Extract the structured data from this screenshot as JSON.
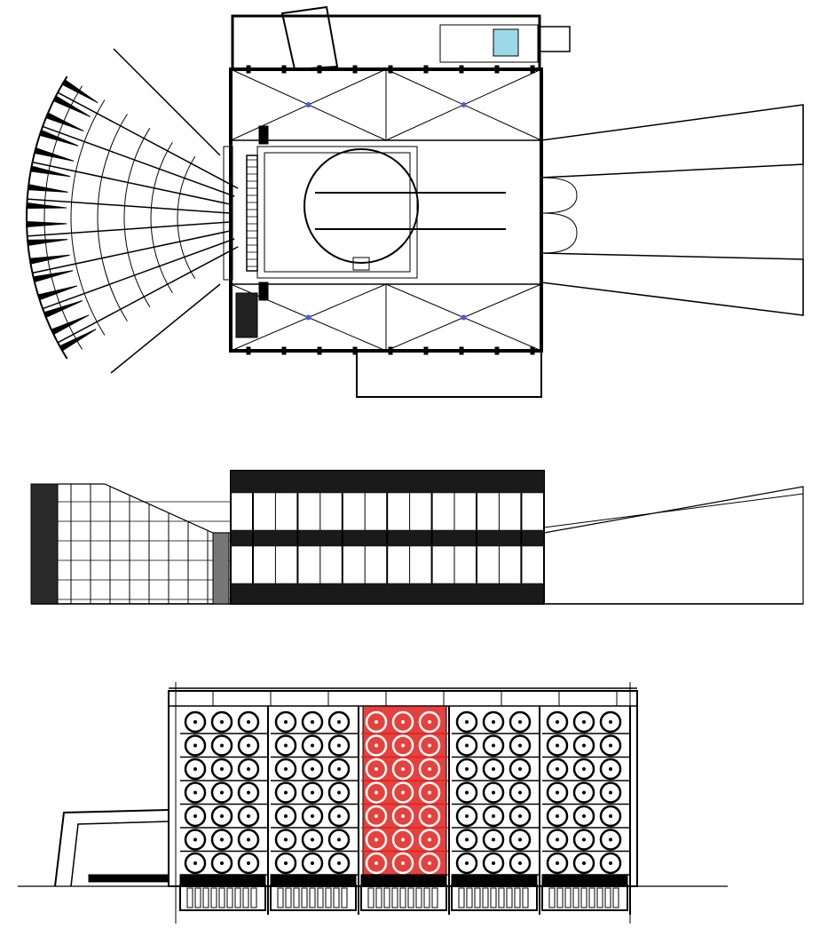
{
  "drawing": {
    "views": [
      "floor-plan",
      "side-elevation",
      "front-elevation"
    ],
    "colors": {
      "line": "#000000",
      "highlight": "#e0201c",
      "accent_green": "#7ee000",
      "accent_yellow": "#e8dc80",
      "annotation_blue": "#4b5bd8",
      "grey": "#808080"
    },
    "front_elevation": {
      "bays": 5,
      "rows": 7,
      "units_per_bay": 3,
      "highlighted_bay": 3
    }
  }
}
